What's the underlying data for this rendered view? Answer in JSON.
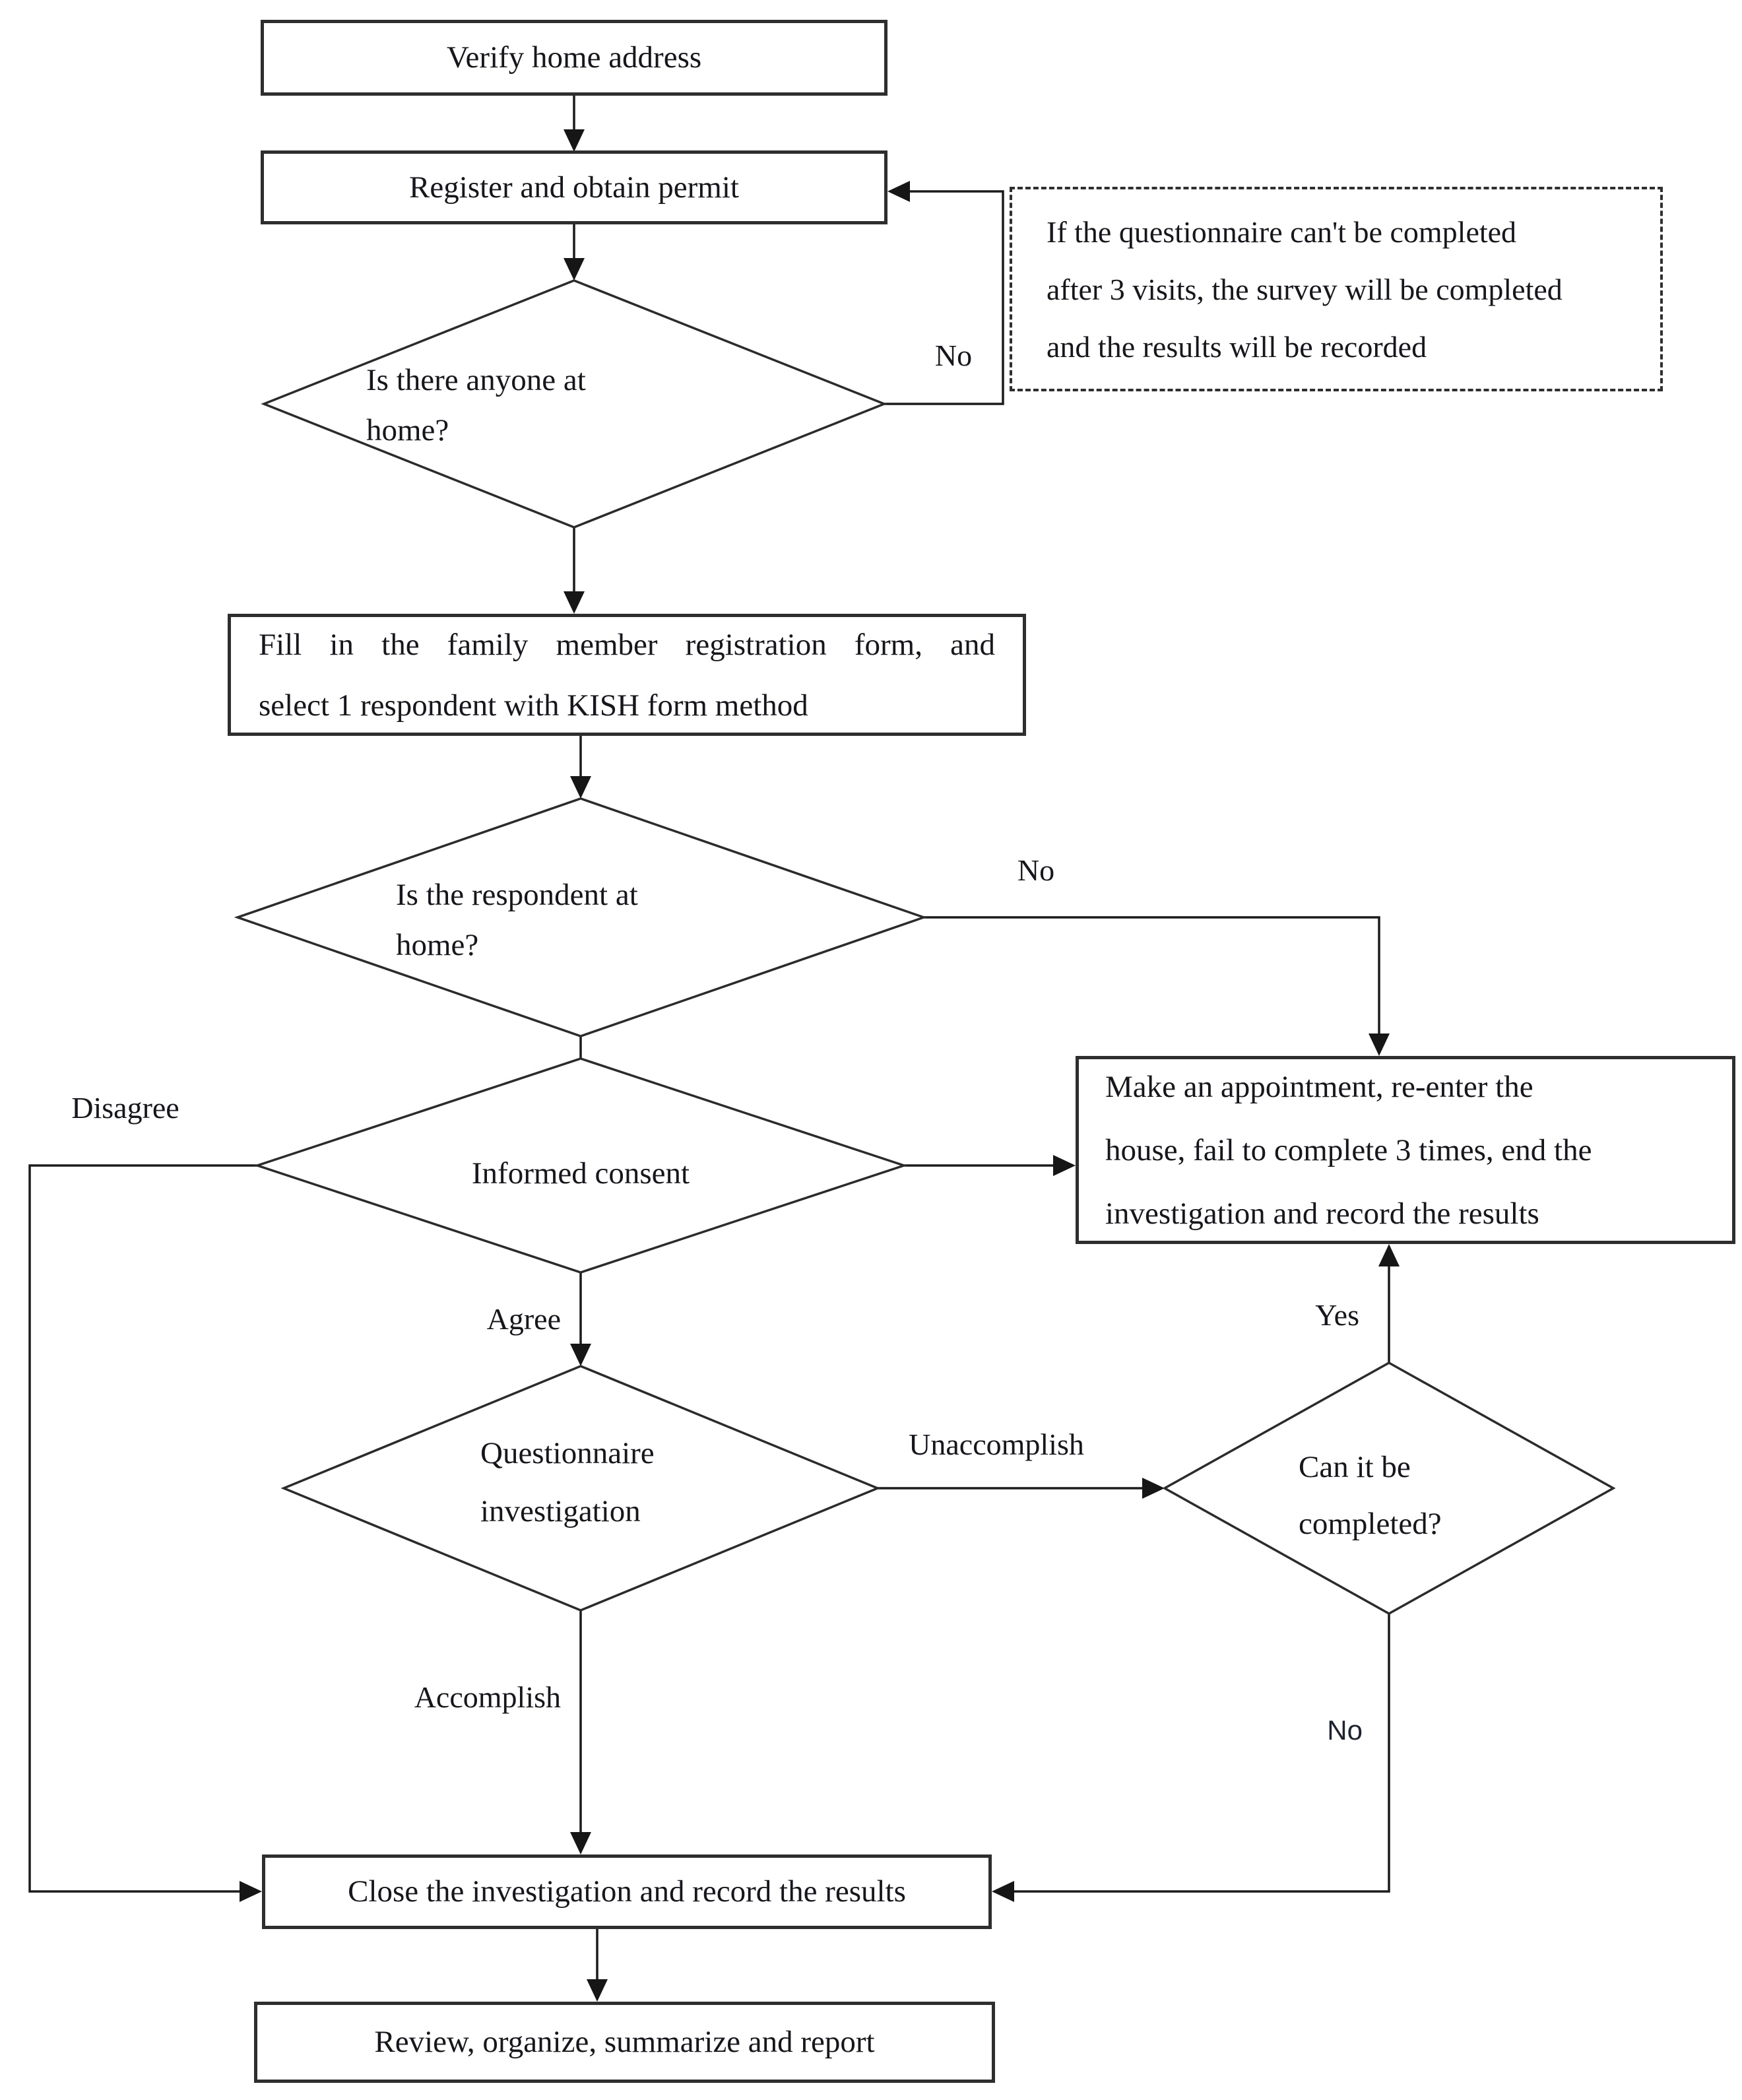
{
  "flowchart": {
    "title": "Household survey field procedure flowchart",
    "colors": {
      "background": "#ffffff",
      "line": "#1b1b1b",
      "box_border": "#2e2e2e",
      "text": "#16161d"
    },
    "nodes": {
      "verify": {
        "label": "Verify home address"
      },
      "register": {
        "label": "Register and obtain permit"
      },
      "anyone_home": {
        "lines": [
          "Is there anyone at",
          "home?"
        ]
      },
      "note": {
        "lines": [
          "If the questionnaire can't be completed",
          "after 3 visits, the survey will be completed",
          "and the results will be recorded"
        ]
      },
      "kish": {
        "lines": [
          "Fill in the family member registration form, and",
          "select 1 respondent with KISH form method"
        ]
      },
      "respondent_home": {
        "lines": [
          "Is the respondent at",
          "home?"
        ]
      },
      "appointment": {
        "lines": [
          "Make an appointment, re-enter the",
          "house, fail to complete 3 times, end the",
          "investigation and record the results"
        ]
      },
      "informed_consent": {
        "label": "Informed consent"
      },
      "questionnaire": {
        "lines": [
          "Questionnaire",
          "investigation"
        ]
      },
      "can_complete": {
        "lines": [
          "Can it be",
          "completed?"
        ]
      },
      "close": {
        "label": "Close the investigation and record the results"
      },
      "review": {
        "label": "Review, organize, summarize and report"
      }
    },
    "edge_labels": {
      "no_anyone": "No",
      "no_respondent": "No",
      "disagree": "Disagree",
      "agree": "Agree",
      "unaccomplish": "Unaccomplish",
      "accomplish": "Accomplish",
      "yes": "Yes",
      "no_complete": "No"
    }
  }
}
